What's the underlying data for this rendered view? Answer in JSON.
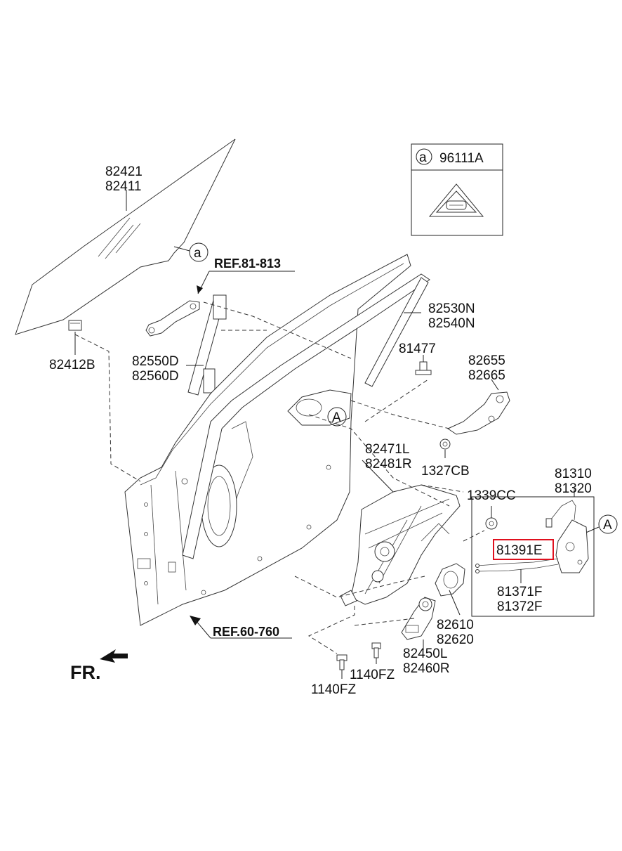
{
  "callouts": {
    "glass": [
      "82421",
      "82411"
    ],
    "glass_clip": "82412B",
    "ref_top": "REF.81-813",
    "run_channel": [
      "82530N",
      "82540N"
    ],
    "channel_lower": [
      "82550D",
      "82560D"
    ],
    "bolt_81477": "81477",
    "outside_handle": [
      "82655",
      "82665"
    ],
    "nut_1327": "1327CB",
    "regulator_seal": [
      "82471L",
      "82481R"
    ],
    "nut_1339": "1339CC",
    "latch": [
      "81310",
      "81320"
    ],
    "latch_cable_highlight": "81391E",
    "latch_cables": [
      "81371F",
      "81372F"
    ],
    "inside_handle": [
      "82610",
      "82620"
    ],
    "motor": [
      "82450L",
      "82460R"
    ],
    "bolt_right": "1140FZ",
    "bolt_left": "1140FZ",
    "ref_bottom": "REF.60-760",
    "direction": "FR."
  },
  "legend_box": {
    "marker": "a",
    "part_no": "96111A"
  },
  "markers": {
    "a_marker": "a",
    "A_marker_center": "A",
    "A_marker_right": "A"
  },
  "colors": {
    "highlight": "#e0101e",
    "ink": "#111111"
  }
}
